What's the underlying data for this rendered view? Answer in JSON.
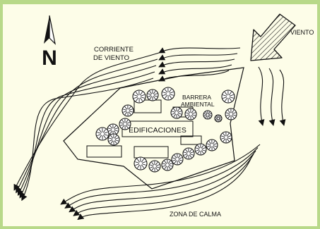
{
  "labels": {
    "north": "N",
    "wind_current": [
      "CORRIENTE",
      "DE VIENTO"
    ],
    "wind": "VIENTO",
    "barrier": [
      "BARRERA",
      "AMBIENTAL"
    ],
    "buildings": "EDIFICACIONES",
    "calm_zone": "ZONA DE CALMA"
  },
  "icons": {
    "north_arrow": "north-arrow-icon",
    "wind_arrow": "wind-direction-arrow-icon",
    "tree": "tree-icon"
  },
  "colors": {
    "background": "#fdfde8",
    "frame": "#b8d989",
    "ink": "#111111"
  }
}
